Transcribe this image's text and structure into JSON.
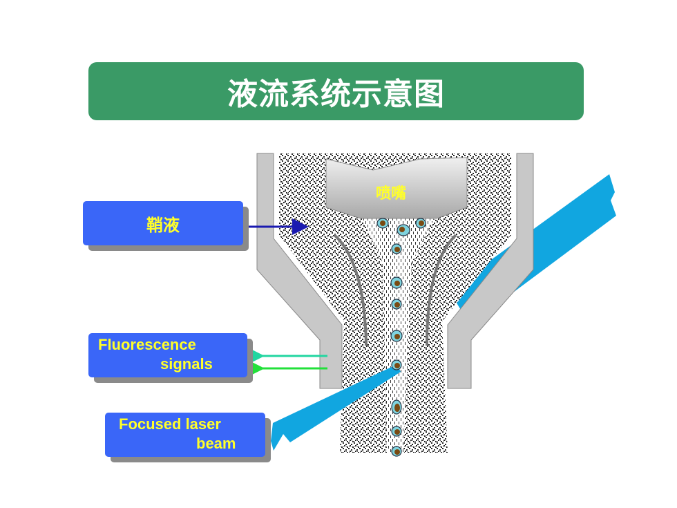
{
  "title": "液流系统示意图",
  "labels": {
    "nozzle": "喷嘴",
    "sheath_fluid": "鞘液",
    "fluorescence_line1": "Fluorescence",
    "fluorescence_line2": "signals",
    "laser_line1": "Focused laser",
    "laser_line2": "beam"
  },
  "colors": {
    "title_banner": "#3a9a66",
    "label_box": "#3a66f8",
    "label_text": "#ffff2a",
    "laser_beam": "#11a6e0",
    "wall": "#c8c8c8",
    "arrow_sheath": "#1a1ab0",
    "arrow_fluor_1": "#22d6a0",
    "arrow_fluor_2": "#22e03a",
    "cell": "#7fd3de",
    "nucleus": "#7a4a12"
  }
}
